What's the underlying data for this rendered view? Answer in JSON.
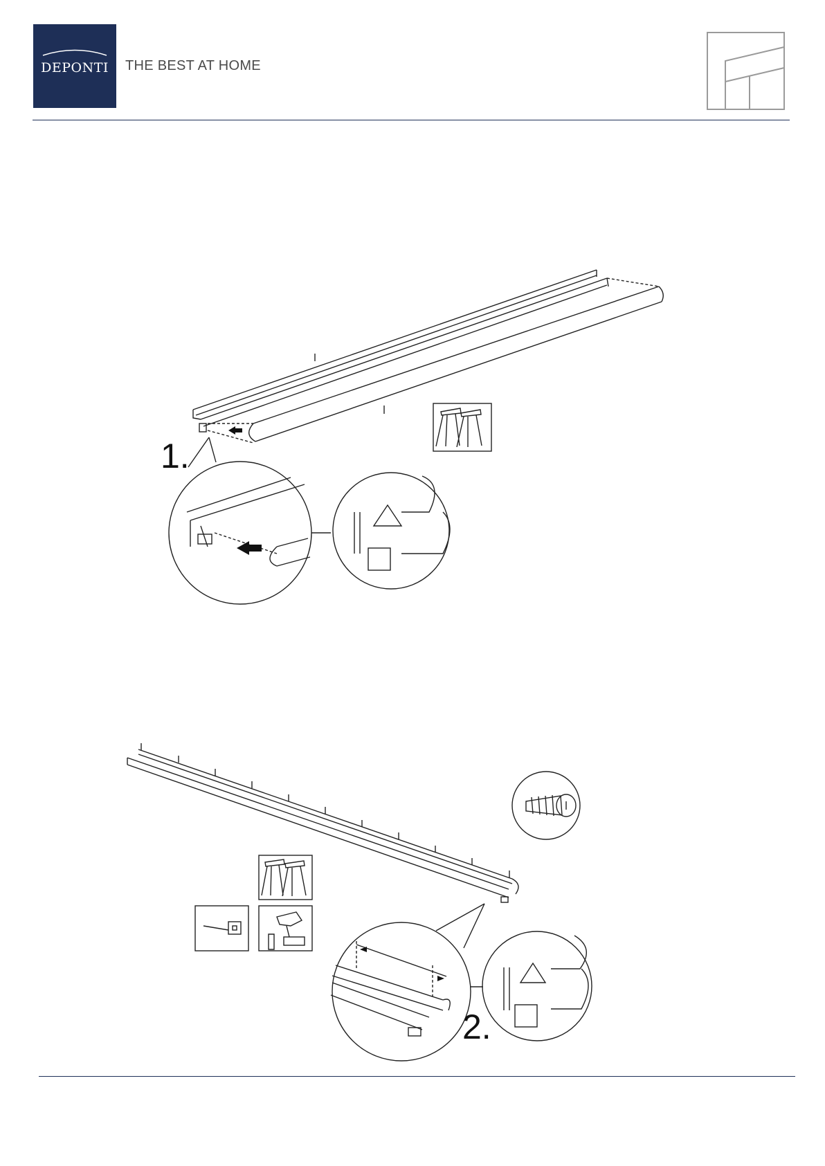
{
  "brand": {
    "name": "DEPONTI",
    "tagline": "THE BEST AT HOME",
    "color": "#1e2f57"
  },
  "steps": [
    {
      "number": "1."
    },
    {
      "number": "2."
    }
  ],
  "icons": [
    "door-frame-icon",
    "sawhorse-icon",
    "tape-measure-icon",
    "cordless-drill-icon",
    "screw-icon"
  ]
}
